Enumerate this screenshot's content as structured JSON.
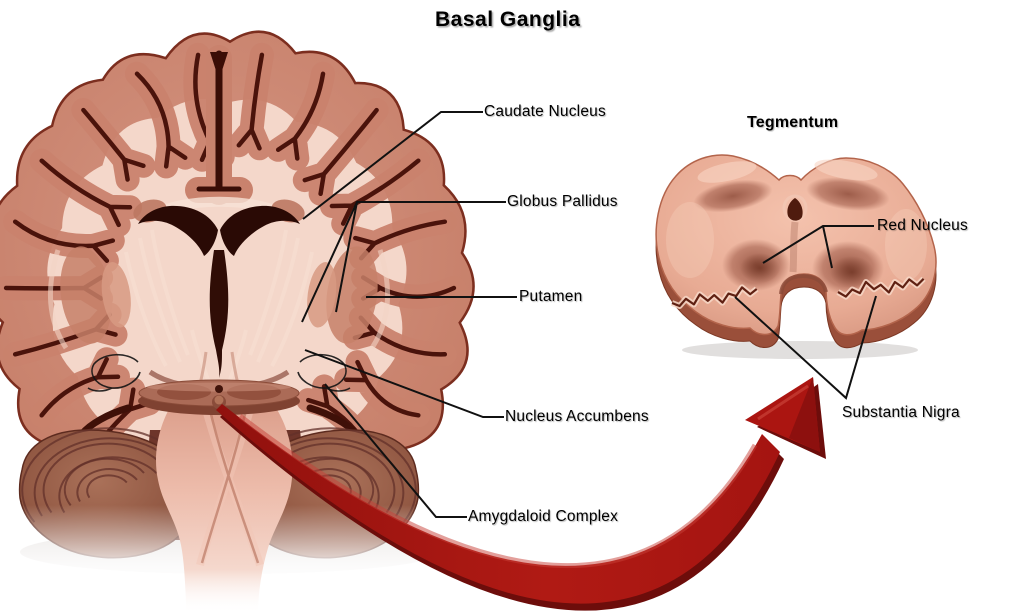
{
  "title": "Basal Ganglia",
  "coronal_section": {
    "name": "coronal brain section",
    "labels": [
      {
        "id": "caudate-nucleus",
        "text": "Caudate Nucleus"
      },
      {
        "id": "globus-pallidus",
        "text": "Globus Pallidus"
      },
      {
        "id": "putamen",
        "text": "Putamen"
      },
      {
        "id": "nucleus-accumbens",
        "text": "Nucleus Accumbens"
      },
      {
        "id": "amygdaloid-complex",
        "text": "Amygdaloid Complex"
      }
    ]
  },
  "tegmentum_section": {
    "title": "Tegmentum",
    "labels": [
      {
        "id": "red-nucleus",
        "text": "Red Nucleus"
      },
      {
        "id": "substantia-nigra",
        "text": "Substantia Nigra"
      }
    ]
  },
  "colors": {
    "background": "#ffffff",
    "text": "#000000",
    "leader_line": "#111111",
    "arrow_red": "#a81412",
    "arrow_red_dark": "#6d0d0b",
    "cortex": "#c9826d",
    "white_matter": "#f4d7ca",
    "sulcus": "#4a130b",
    "ventricle": "#2a0a05",
    "cerebellum": "#9a6250",
    "brainstem": "#e2a390",
    "tegmentum_surface": "#eeb29d"
  }
}
